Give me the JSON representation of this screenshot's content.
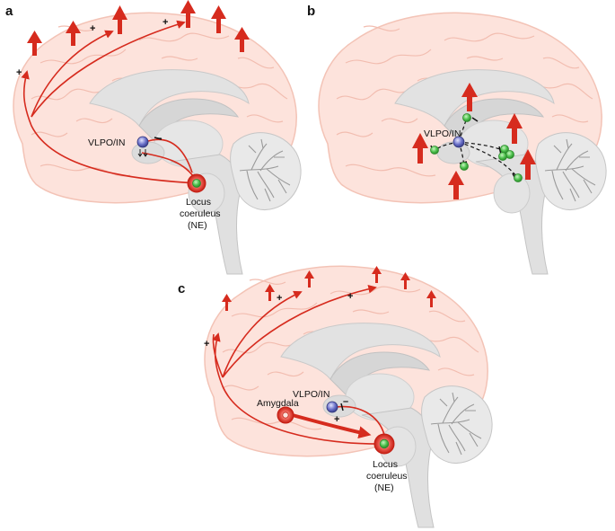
{
  "panels": {
    "a": {
      "letter": "a",
      "vlpo_label": "VLPO/IN",
      "inhibit_sign": "–",
      "lc_label": [
        "Locus",
        "coeruleus",
        "(NE)"
      ],
      "plus_signs": [
        "+",
        "+",
        "+"
      ]
    },
    "b": {
      "letter": "b",
      "vlpo_label": "VLPO/IN"
    },
    "c": {
      "letter": "c",
      "vlpo_label": "VLPO/IN",
      "amygdala_label": "Amygdala",
      "inhibit_sign": "–",
      "excite_sign": "+",
      "lc_label": [
        "Locus",
        "coeruleus",
        "(NE)"
      ],
      "plus_signs": [
        "+",
        "+",
        "+"
      ]
    }
  },
  "colors": {
    "cortex": "#fde3dc",
    "cortex_outline": "#f3c3b6",
    "brainstem": "#dedede",
    "arrow": "#d62b1e",
    "neuron_green": "#4bbf4b",
    "neuron_blue": "#6a70c8"
  }
}
